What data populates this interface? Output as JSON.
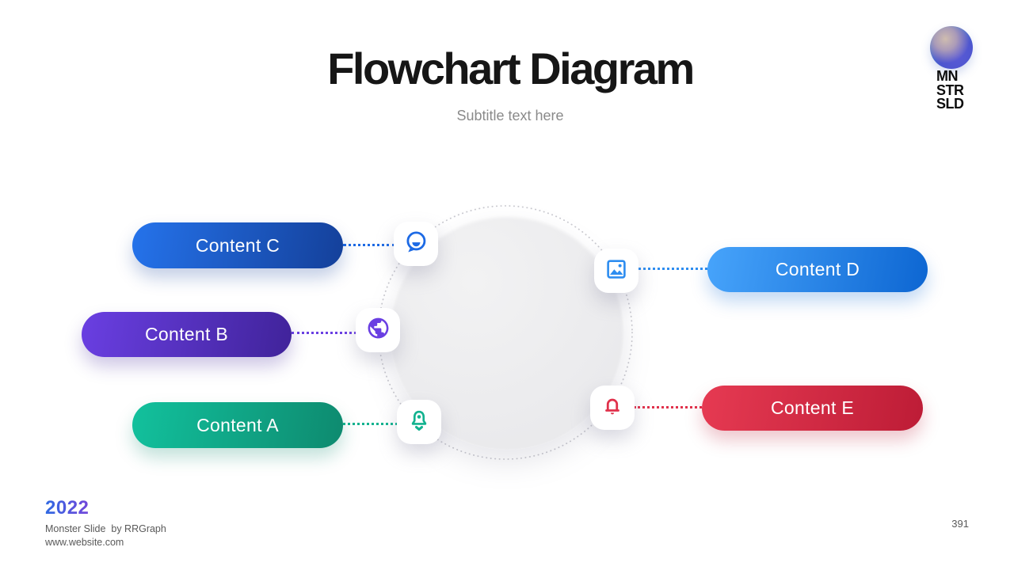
{
  "header": {
    "title": "Flowchart Diagram",
    "subtitle": "Subtitle text here"
  },
  "logo": {
    "line1": "MN",
    "line2": "STR",
    "line3": "SLD"
  },
  "diagram": {
    "ring_color": "#c9c9cf",
    "center_fill": "#ececee",
    "nodes": [
      {
        "id": "c",
        "label": "Content C",
        "icon": "chat-icon",
        "accent": "#1d6ae5",
        "gradient_from": "#2573eb",
        "gradient_to": "#14409a",
        "side": "left"
      },
      {
        "id": "b",
        "label": "Content B",
        "icon": "globe-icon",
        "accent": "#6a3fe2",
        "gradient_from": "#6a3fe2",
        "gradient_to": "#40239a",
        "side": "left"
      },
      {
        "id": "a",
        "label": "Content A",
        "icon": "bell-plus-icon",
        "accent": "#12b28f",
        "gradient_from": "#12c19d",
        "gradient_to": "#0e8a6f",
        "side": "left"
      },
      {
        "id": "d",
        "label": "Content D",
        "icon": "image-icon",
        "accent": "#2e8df0",
        "gradient_from": "#47a4fb",
        "gradient_to": "#0d66d2",
        "side": "right"
      },
      {
        "id": "e",
        "label": "Content E",
        "icon": "bell-icon",
        "accent": "#e0314b",
        "gradient_from": "#e63a52",
        "gradient_to": "#bd1c36",
        "side": "right"
      }
    ]
  },
  "footer": {
    "year": "2022",
    "credit": "Monster Slide  by RRGraph",
    "website": "www.website.com",
    "page": "391"
  }
}
